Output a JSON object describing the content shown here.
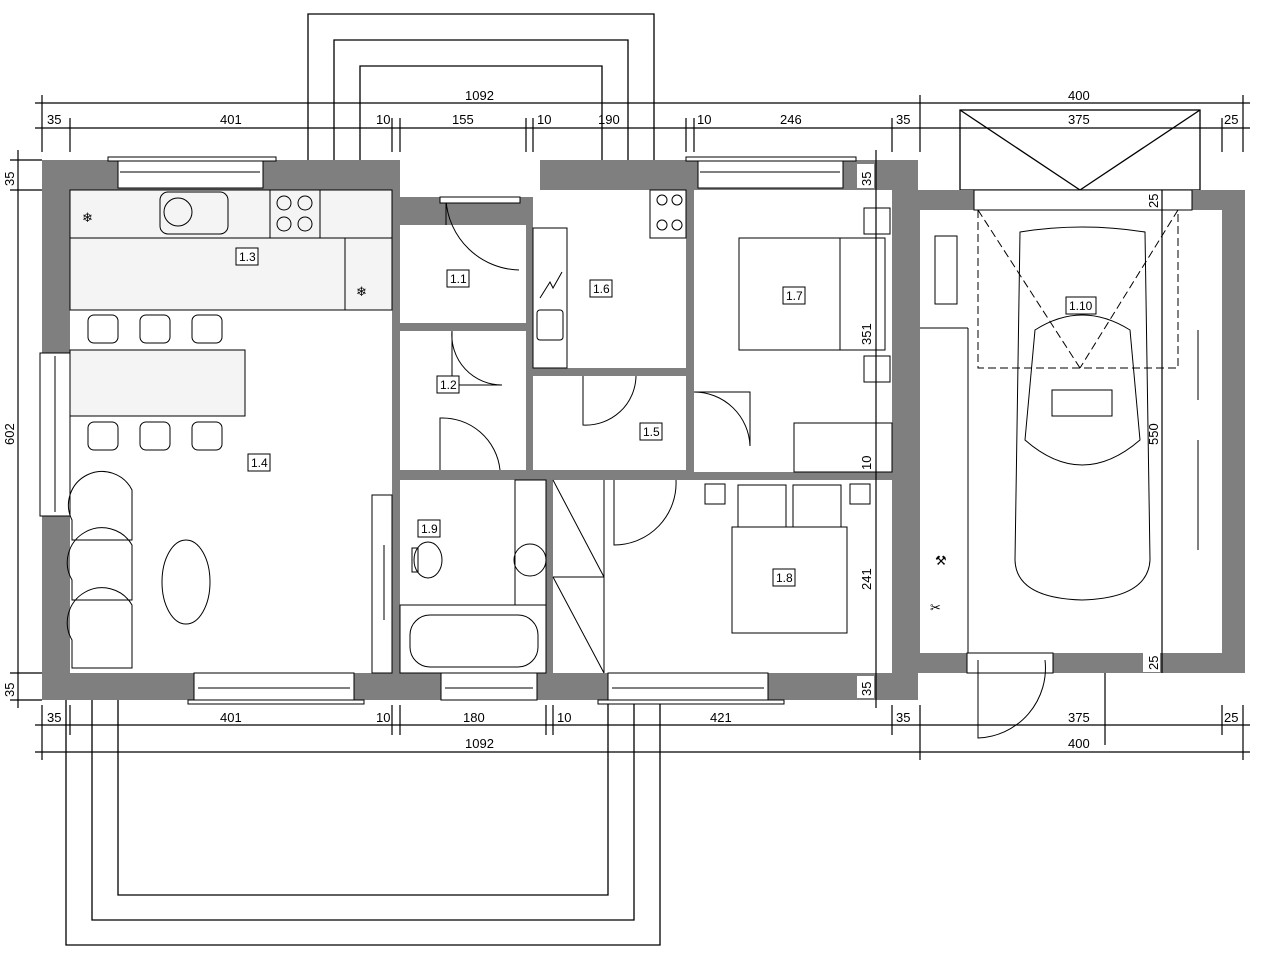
{
  "rooms": {
    "r1_1": "1.1",
    "r1_2": "1.2",
    "r1_3": "1.3",
    "r1_4": "1.4",
    "r1_5": "1.5",
    "r1_6": "1.6",
    "r1_7": "1.7",
    "r1_8": "1.8",
    "r1_9": "1.9",
    "r1_10": "1.10"
  },
  "dims_top": {
    "total": "1092",
    "garage_total": "400",
    "a": "35",
    "b": "401",
    "c": "10",
    "d": "155",
    "e": "10",
    "f": "190",
    "g": "10",
    "h": "246",
    "i": "35",
    "garage_a": "375",
    "garage_b": "25"
  },
  "dims_bottom": {
    "total": "1092",
    "garage_total": "400",
    "a": "35",
    "b": "401",
    "c": "10",
    "d": "180",
    "e": "10",
    "f": "421",
    "g": "35",
    "garage_a": "375",
    "garage_b": "25"
  },
  "dims_left": {
    "top": "35",
    "mid": "602",
    "bottom": "35"
  },
  "dims_inner": {
    "top": "35",
    "room17": "351",
    "wall": "10",
    "room18": "241",
    "bottom": "35",
    "garage_top": "25",
    "garage_depth": "550",
    "garage_bottom": "25"
  },
  "colors": {
    "wall": "#7f7f7f",
    "line": "#000000",
    "background": "#ffffff"
  }
}
